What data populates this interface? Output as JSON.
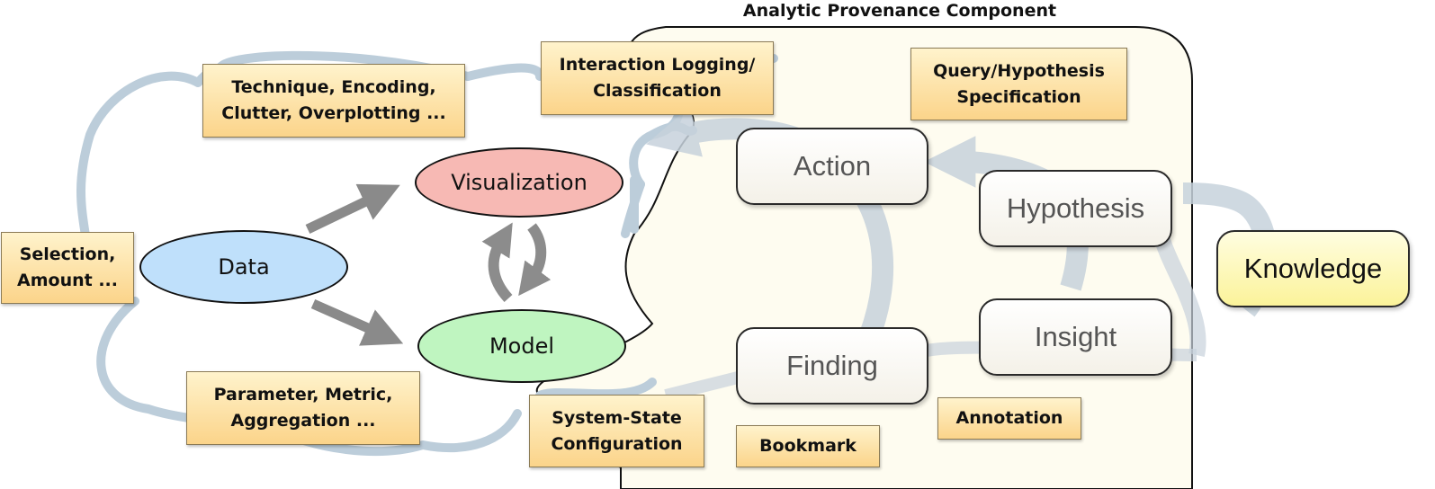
{
  "panel": {
    "title": "Analytic Provenance Component"
  },
  "core": {
    "data": "Data",
    "visualization": "Visualization",
    "model": "Model"
  },
  "stages": {
    "action": "Action",
    "hypothesis": "Hypothesis",
    "insight": "Insight",
    "finding": "Finding",
    "knowledge": "Knowledge"
  },
  "tags": {
    "technique": {
      "line1": "Technique, Encoding,",
      "line2": "Clutter, Overplotting ..."
    },
    "interaction": {
      "line1": "Interaction Logging/",
      "line2": "Classification"
    },
    "query": {
      "line1": "Query/Hypothesis",
      "line2": "Specification"
    },
    "selection": {
      "line1": "Selection,",
      "line2": "Amount ..."
    },
    "parameter": {
      "line1": "Parameter, Metric,",
      "line2": "Aggregation ..."
    },
    "system_state": {
      "line1": "System-State",
      "line2": "Configuration"
    },
    "bookmark": "Bookmark",
    "annotation": "Annotation"
  },
  "colors": {
    "data_fill": "#bfe0fb",
    "visualization_fill": "#f7b9b4",
    "model_fill": "#bff5c0",
    "cloud_stroke": "#b4c9da",
    "arrow_gray": "#888888",
    "tag_fill": "#fbd48a",
    "panel_fill": "#fefcf0"
  }
}
